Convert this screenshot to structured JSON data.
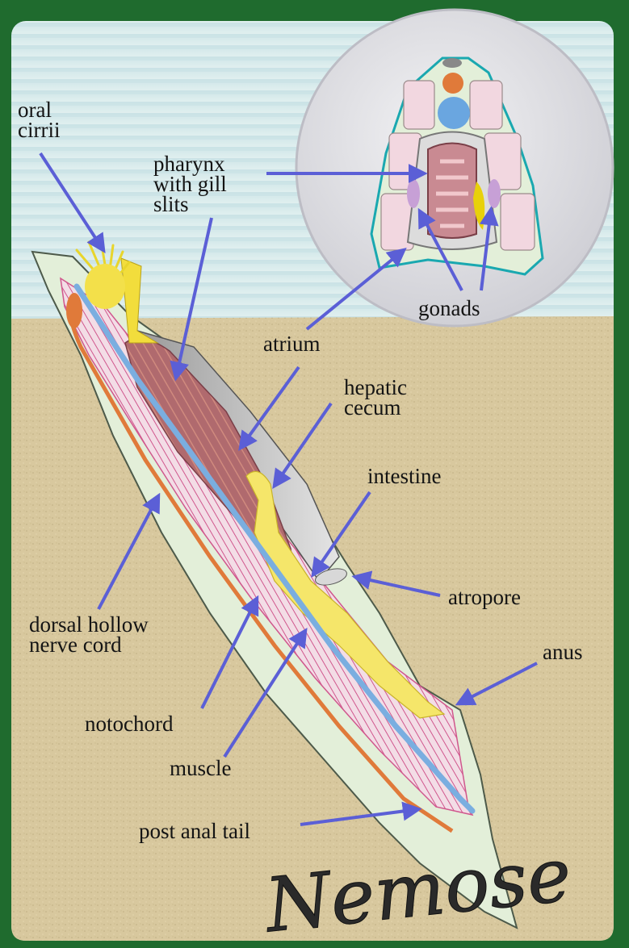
{
  "labels": {
    "oral_cirrii": [
      "oral",
      "cirrii"
    ],
    "pharynx": [
      "pharynx",
      "with gill",
      "slits"
    ],
    "gonads": "gonads",
    "atrium": "atrium",
    "hepatic_cecum": [
      "hepatic",
      "cecum"
    ],
    "intestine": "intestine",
    "atropore": "atropore",
    "anus": "anus",
    "dorsal_nerve_cord": [
      "dorsal hollow",
      "nerve cord"
    ],
    "notochord": "notochord",
    "muscle": "muscle",
    "post_anal_tail": "post anal tail"
  },
  "signature": "Nemose",
  "colors": {
    "frame": "#1f6b2e",
    "water": "#d4e9ea",
    "sand": "#d6c69c",
    "arrow": "#5b5fd6",
    "body": "#e3efd9",
    "notochord": "#7aaee0",
    "nerve": "#e07a3a",
    "muscle": "#d0578d",
    "pharynx": "#b06a6e",
    "gut": "#f5e66a",
    "cirri": "#f0e040"
  }
}
